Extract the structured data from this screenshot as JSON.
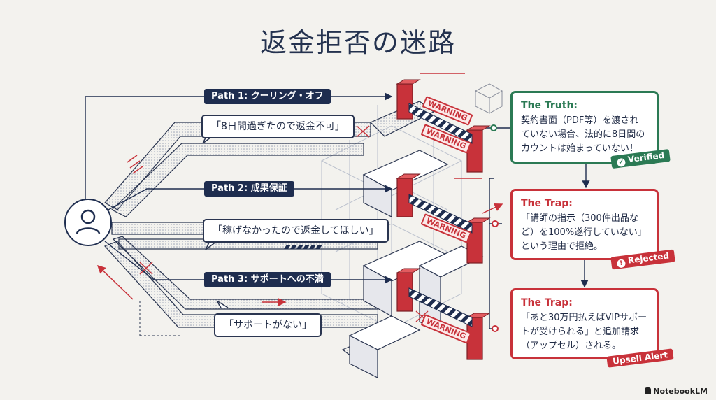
{
  "title": "返金拒否の迷路",
  "paths": [
    {
      "label": "Path 1: クーリング・オフ",
      "quote": "「8日間過ぎたので返金不可」"
    },
    {
      "label": "Path 2: 成果保証",
      "quote": "「稼げなかったので返金してほしい」"
    },
    {
      "label": "Path 3: サポートへの不満",
      "quote": "「サポートがない」"
    }
  ],
  "cards": [
    {
      "heading": "The Truth:",
      "lines": [
        "契約書面（PDF等）を渡され",
        "ていない場合、法的に8日間の",
        "カウントは始まっていない！"
      ],
      "badge": "Verified",
      "status": "verified",
      "color": "#2b7a54"
    },
    {
      "heading": "The Trap:",
      "lines": [
        "「講師の指示（300件出品な",
        "ど）を100%遂行していない」",
        "という理由で拒絶。"
      ],
      "badge": "Rejected",
      "status": "rejected",
      "color": "#c8323a"
    },
    {
      "heading": "The Trap:",
      "lines": [
        "「あと30万円払えばVIPサポー",
        "トが受けられる」と追加請求",
        "（アップセル）される。"
      ],
      "badge": "Upsell Alert",
      "status": "alert",
      "color": "#c8323a"
    }
  ],
  "warning_text": "WARNING",
  "footer": "NotebookLM",
  "icons": {
    "user": "user-icon",
    "check": "check-icon",
    "alert": "alert-icon"
  }
}
